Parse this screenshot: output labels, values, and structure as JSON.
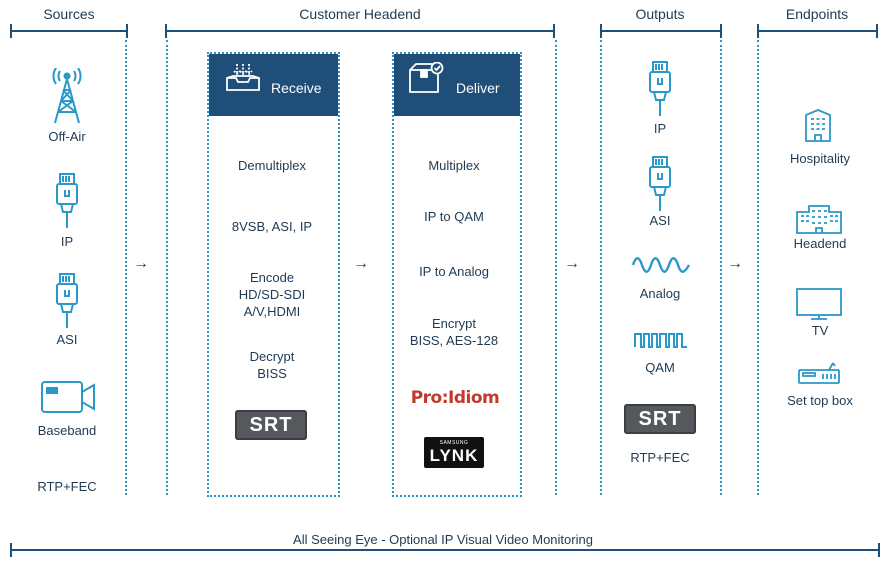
{
  "sections": {
    "sources": "Sources",
    "headend": "Customer Headend",
    "outputs": "Outputs",
    "endpoints": "Endpoints"
  },
  "sources": [
    "Off-Air",
    "IP",
    "ASI",
    "Baseband",
    "RTP+FEC"
  ],
  "receive": {
    "title": "Receive",
    "items": [
      "Demultiplex",
      "8VSB, ASI, IP",
      "Encode",
      "HD/SD-SDI",
      "A/V,HDMI",
      "Decrypt",
      "BISS"
    ],
    "badge": "SRT"
  },
  "deliver": {
    "title": "Deliver",
    "items": [
      "Multiplex",
      "IP to QAM",
      "IP to Analog",
      "Encrypt",
      "BISS, AES-128"
    ],
    "proidiom": "Pro:Idiom",
    "samsung": "SAMSUNG",
    "lynk": "LYNK"
  },
  "outputs": [
    "IP",
    "ASI",
    "Analog",
    "QAM",
    "RTP+FEC"
  ],
  "outputs_badge": "SRT",
  "endpoints": [
    "Hospitality",
    "Headend",
    "TV",
    "Set top box"
  ],
  "arrow": "→",
  "footer": "All Seeing Eye - Optional IP Visual Video Monitoring",
  "colors": {
    "navy": "#1f4f78",
    "cyan": "#2a98c8",
    "text": "#1f3a52"
  }
}
